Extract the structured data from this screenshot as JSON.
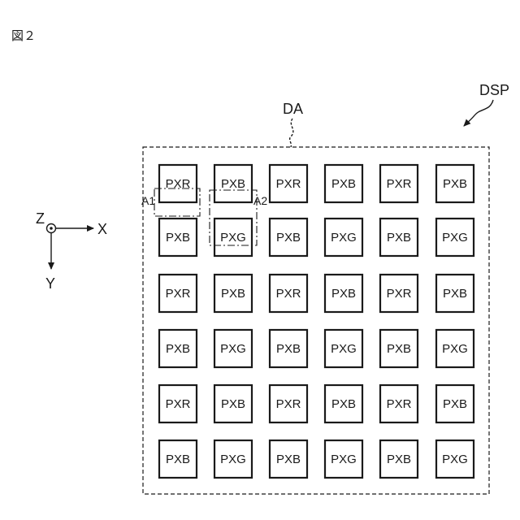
{
  "figure_label": "図２",
  "display_label": "DSP",
  "display_area_label": "DA",
  "axes": {
    "z": "Z",
    "x": "X",
    "y": "Y"
  },
  "regions": {
    "a1": "A1",
    "a2": "A2"
  },
  "grid": {
    "rows": [
      [
        "PXR",
        "PXB",
        "PXR",
        "PXB",
        "PXR",
        "PXB"
      ],
      [
        "PXB",
        "PXG",
        "PXB",
        "PXG",
        "PXB",
        "PXG"
      ],
      [
        "PXR",
        "PXB",
        "PXR",
        "PXB",
        "PXR",
        "PXB"
      ],
      [
        "PXB",
        "PXG",
        "PXB",
        "PXG",
        "PXB",
        "PXG"
      ],
      [
        "PXR",
        "PXB",
        "PXR",
        "PXB",
        "PXR",
        "PXB"
      ],
      [
        "PXB",
        "PXG",
        "PXB",
        "PXG",
        "PXB",
        "PXG"
      ]
    ]
  }
}
